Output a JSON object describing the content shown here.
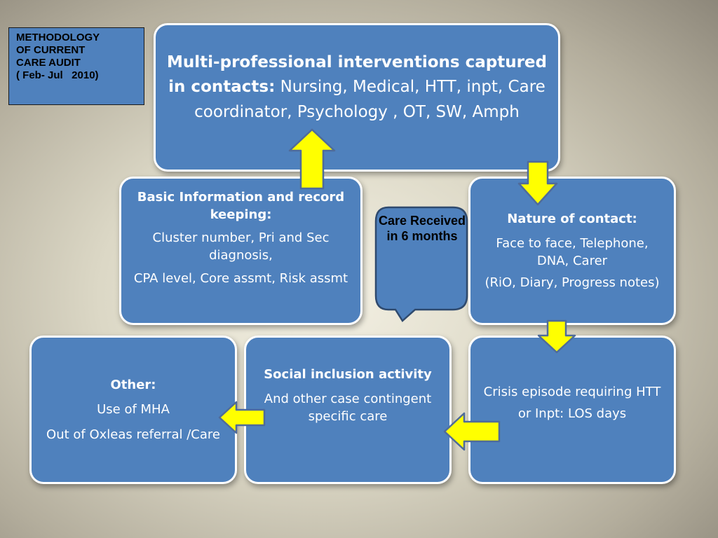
{
  "title": {
    "lines": [
      "METHODOLOGY",
      "OF CURRENT",
      "CARE AUDIT",
      "( Feb- Jul   2010)"
    ]
  },
  "top_box": {
    "line1": "Multi-professional interventions captured",
    "bold_prefix": "in contacts:",
    "rest": " Nursing, Medical, HTT, inpt, Care coordinator, Psychology , OT, SW, Amph"
  },
  "basic_info": {
    "heading": "Basic Information and  record keeping:",
    "line1": "Cluster number, Pri and Sec diagnosis,",
    "line2": "CPA level, Core assmt, Risk assmt"
  },
  "callout": {
    "text": "Care Received in 6 months"
  },
  "nature": {
    "heading": "Nature of contact:",
    "line1": "Face to face, Telephone, DNA, Carer",
    "line2": "(RiO, Diary, Progress notes)"
  },
  "other": {
    "heading": "Other:",
    "line1": "Use of MHA",
    "line2": "Out of Oxleas referral /Care"
  },
  "social": {
    "heading": "Social inclusion activity",
    "line1": "And other case contingent specific care"
  },
  "crisis": {
    "line1": "Crisis episode requiring HTT or Inpt: LOS days"
  },
  "colors": {
    "box_fill": "#4f81bd",
    "arrow_fill": "#ffff00",
    "arrow_stroke": "#4f6b9a"
  }
}
